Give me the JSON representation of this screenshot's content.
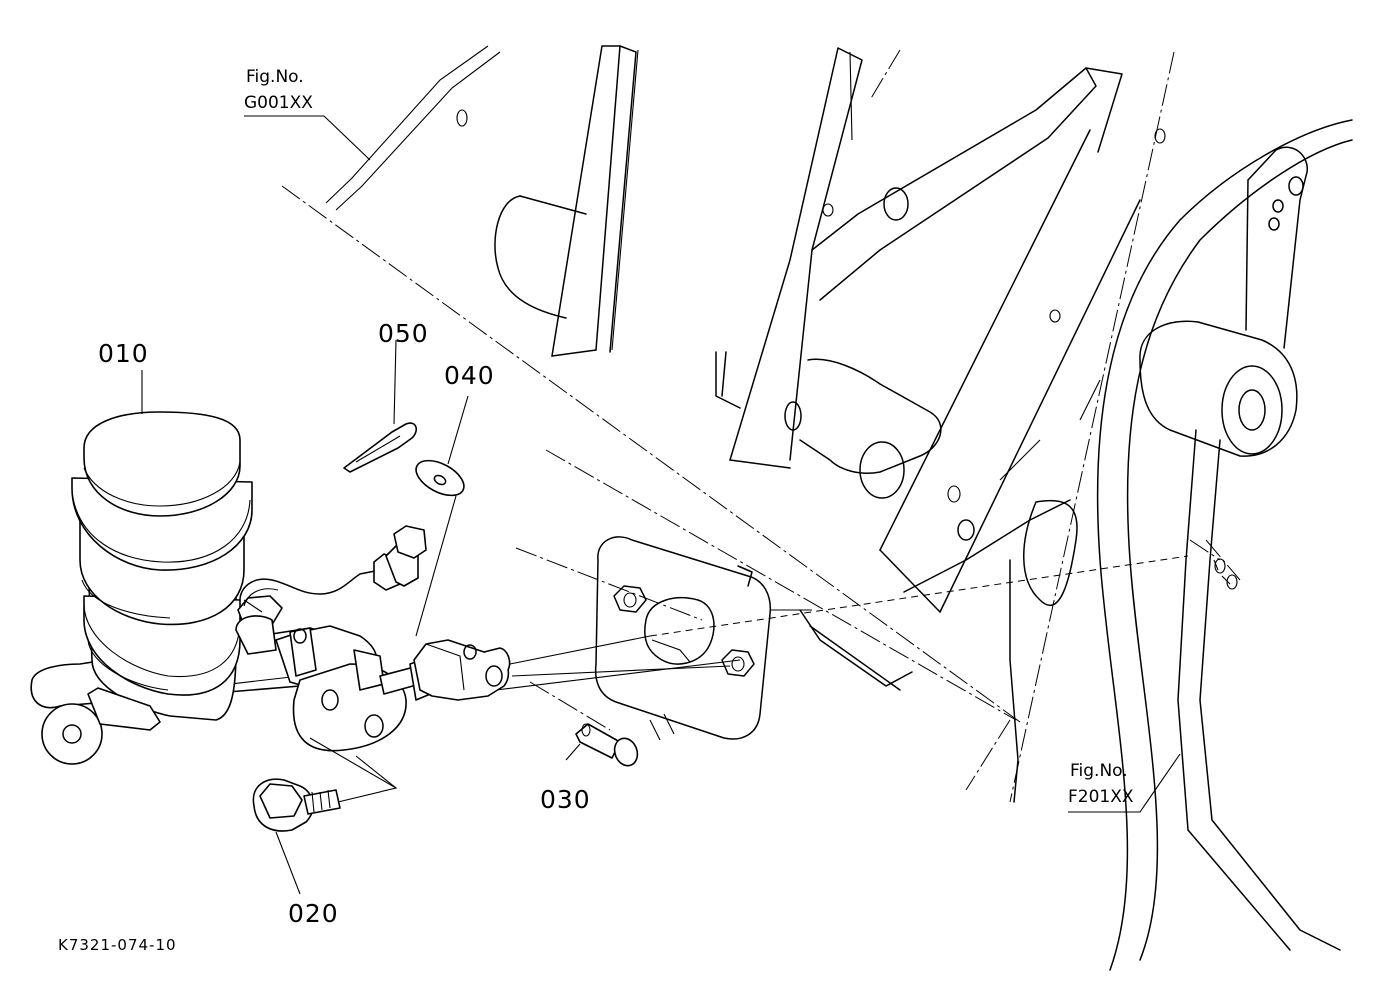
{
  "diagram": {
    "parts": [
      {
        "id": "p010",
        "label": "010"
      },
      {
        "id": "p020",
        "label": "020"
      },
      {
        "id": "p030",
        "label": "030"
      },
      {
        "id": "p040",
        "label": "040"
      },
      {
        "id": "p050",
        "label": "050"
      }
    ],
    "references": [
      {
        "line1": "Fig.No.",
        "line2": "G001XX"
      },
      {
        "line1": "Fig.No.",
        "line2": "F201XX"
      }
    ],
    "drawing_code": "K7321-074-10"
  }
}
